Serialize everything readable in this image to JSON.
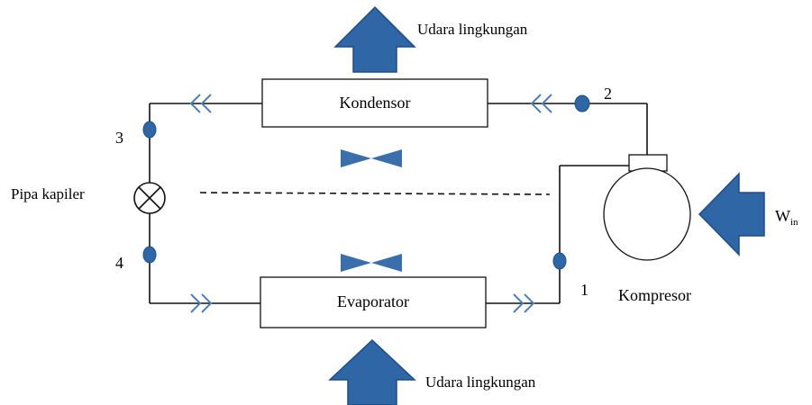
{
  "colors": {
    "arrow_fill": "#2f66a6",
    "arrow_stroke": "#1f4e82",
    "node_fill": "#2f66a6",
    "chevron_stroke": "#4f7fb7",
    "fan_fill": "#3a6fab",
    "line": "#111111"
  },
  "labels": {
    "top_air": "Udara lingkungan",
    "bottom_air": "Udara lingkungan",
    "condenser": "Kondensor",
    "evaporator": "Evaporator",
    "capillary": "Pipa kapiler",
    "compressor": "Kompresor",
    "work_in_main": "W",
    "work_in_sub": "in"
  },
  "nodes": {
    "n1": "1",
    "n2": "2",
    "n3": "3",
    "n4": "4"
  },
  "icons": {
    "up_arrow": "block-up-arrow-icon",
    "left_arrow": "block-left-arrow-icon",
    "flow": "double-chevron-icon",
    "fan": "bowtie-fan-icon",
    "valve": "crossed-circle-valve-icon",
    "compressor": "compressor-body-icon"
  }
}
